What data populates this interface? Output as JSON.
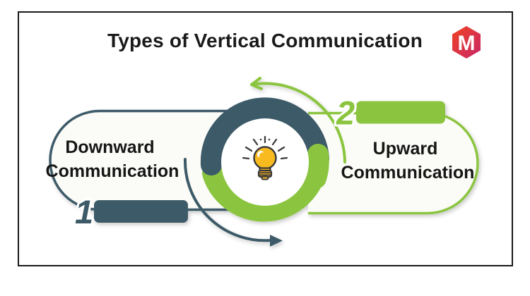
{
  "frame": {
    "title": "Types of Vertical Communication"
  },
  "logo": {
    "letter": "M",
    "gradient_top": "#ef4323",
    "gradient_bottom": "#c92667"
  },
  "center": {
    "icon": "lightbulb-icon",
    "ring_top_color": "#3d5a68",
    "ring_bottom_color": "#8bc53f"
  },
  "icons": {
    "logo": "m-hexagon-logo-icon",
    "center": "lightbulb-icon",
    "top_arrow": "curved-arrow-counterclockwise-icon",
    "bottom_arrow": "curved-arrow-clockwise-icon"
  },
  "items": [
    {
      "number": "1",
      "line1": "Downward",
      "line2": "Communication",
      "color": "#3d5a68"
    },
    {
      "number": "2",
      "line1": "Upward",
      "line2": "Communication",
      "color": "#8bc53f"
    }
  ],
  "colors": {
    "teal": "#3d5a68",
    "green": "#8bc53f",
    "bulb_yellow": "#f8ba1f",
    "border": "#191919",
    "title_text": "#1a1a1a"
  }
}
